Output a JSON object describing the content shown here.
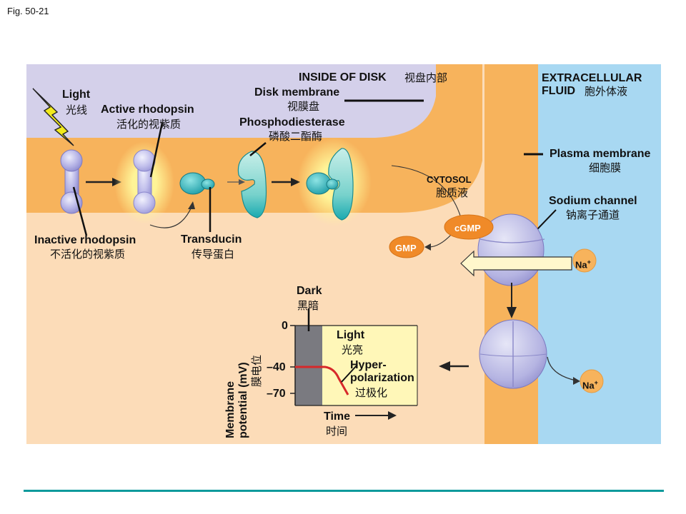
{
  "fig_label": "Fig. 50-21",
  "regions": {
    "inside_disk": {
      "en": "INSIDE OF DISK",
      "zh": "视盘内部"
    },
    "extracellular": {
      "en_line1": "EXTRACELLULAR",
      "en_line2": "FLUID",
      "zh": "胞外体液"
    },
    "cytosol": {
      "en": "CYTOSOL",
      "zh": "胞质液"
    }
  },
  "labels": {
    "light": {
      "en": "Light",
      "zh": "光线"
    },
    "active_rhodopsin": {
      "en": "Active rhodopsin",
      "zh": "活化的视紫质"
    },
    "disk_membrane": {
      "en": "Disk membrane",
      "zh": "视膜盘"
    },
    "phosphodiesterase": {
      "en": "Phosphodiesterase",
      "zh": "磷酸二酯酶"
    },
    "plasma_membrane": {
      "en": "Plasma membrane",
      "zh": "细胞膜"
    },
    "sodium_channel": {
      "en": "Sodium channel",
      "zh": "钠离子通道"
    },
    "inactive_rhodopsin": {
      "en": "Inactive rhodopsin",
      "zh": "不活化的视紫质"
    },
    "transducin": {
      "en": "Transducin",
      "zh": "传导蛋白"
    },
    "cgmp": "cGMP",
    "gmp": "GMP",
    "na_top": "Na",
    "na_bottom": "Na",
    "na_charge": "+"
  },
  "graph": {
    "dark": {
      "en": "Dark",
      "zh": "黑暗"
    },
    "light": {
      "en": "Light",
      "zh": "光亮"
    },
    "hyper_line1": "Hyper-",
    "hyper_line2": "polarization",
    "hyper_zh": "过极化",
    "ylabel_line1": "Membrane",
    "ylabel_line2": "potential (mV)",
    "ylabel_zh": "膜电位",
    "xlabel": {
      "en": "Time",
      "zh": "时间"
    },
    "ticks": [
      "0",
      "–40",
      "–70"
    ]
  },
  "colors": {
    "disk_interior": "#d4d0ea",
    "disk_membrane": "#f7b35c",
    "cytosol": "#fcdcb8",
    "plasma_membrane": "#f7b35c",
    "extracellular": "#a8d8f2",
    "rhodopsin": "#aaa8e0",
    "transducin": "#2fb8c0",
    "enzyme": "#7cd4d0",
    "channel": "#b8b8e4",
    "gmp": "#f08a28",
    "footer_rule": "#0e9a9c"
  }
}
